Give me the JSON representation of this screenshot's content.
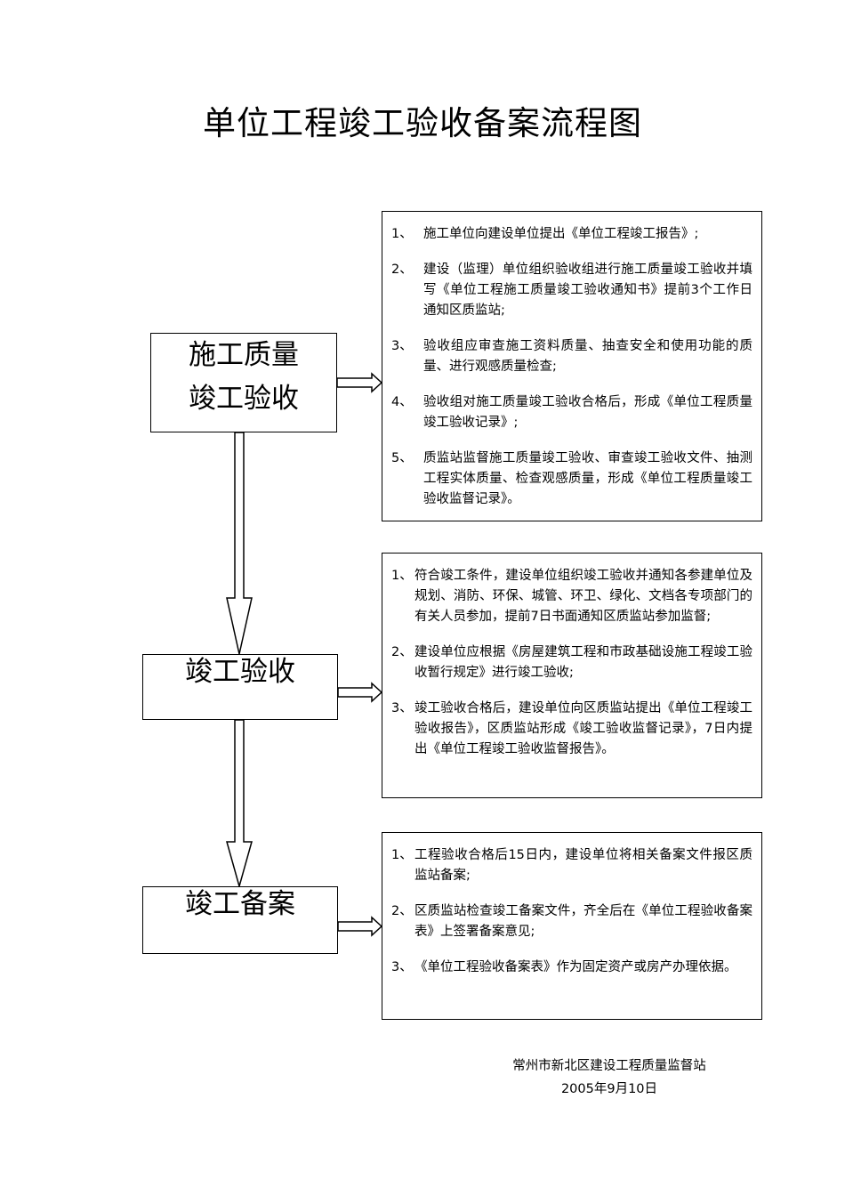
{
  "title": "单位工程竣工验收备案流程图",
  "stages": [
    {
      "label_lines": [
        "施工质量",
        "竣工验收"
      ],
      "items": [
        {
          "num": "1、",
          "text": "施工单位向建设单位提出《单位工程竣工报告》;"
        },
        {
          "num": "2、",
          "text": "建设（监理）单位组织验收组进行施工质量竣工验收并填写《单位工程施工质量竣工验收通知书》提前3个工作日通知区质监站;"
        },
        {
          "num": "3、",
          "text": "验收组应审查施工资料质量、抽查安全和使用功能的质量、进行观感质量检查;"
        },
        {
          "num": "4、",
          "text": "验收组对施工质量竣工验收合格后，形成《单位工程质量竣工验收记录》;"
        },
        {
          "num": "5、",
          "text": "质监站监督施工质量竣工验收、审查竣工验收文件、抽测工程实体质量、检查观感质量，形成《单位工程质量竣工验收监督记录》。"
        }
      ]
    },
    {
      "label_lines": [
        "竣工验收"
      ],
      "items": [
        {
          "num": "1、",
          "text": "符合竣工条件，建设单位组织竣工验收并通知各参建单位及规划、消防、环保、城管、环卫、绿化、文档各专项部门的有关人员参加，提前7日书面通知区质监站参加监督;"
        },
        {
          "num": "2、",
          "text": "建设单位应根据《房屋建筑工程和市政基础设施工程竣工验收暂行规定》进行竣工验收;"
        },
        {
          "num": "3、",
          "text": "竣工验收合格后，建设单位向区质监站提出《单位工程竣工验收报告》，区质监站形成《竣工验收监督记录》，7日内提出《单位工程竣工验收监督报告》。"
        }
      ]
    },
    {
      "label_lines": [
        "竣工备案"
      ],
      "items": [
        {
          "num": "1、",
          "text": "工程验收合格后15日内，建设单位将相关备案文件报区质监站备案;"
        },
        {
          "num": "2、",
          "text": "区质监站检查竣工备案文件，齐全后在《单位工程验收备案表》上签署备案意见;"
        },
        {
          "num": "3、",
          "text": "《单位工程验收备案表》作为固定资产或房产办理依据。"
        }
      ]
    }
  ],
  "footer": {
    "organization": "常州市新北区建设工程质量监督站",
    "date": "2005年9月10日"
  }
}
